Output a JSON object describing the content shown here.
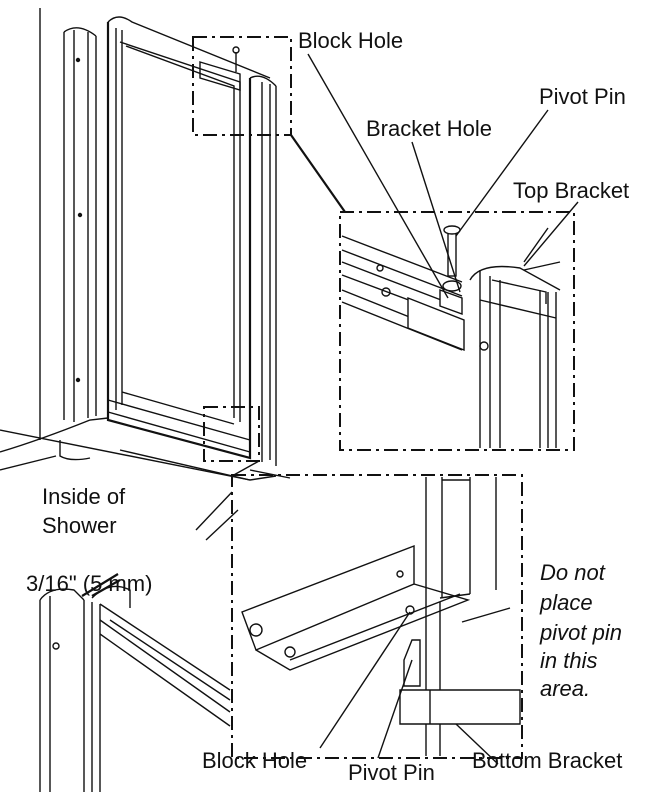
{
  "labels": {
    "block_hole_top": "Block Hole",
    "bracket_hole": "Bracket Hole",
    "pivot_pin_top": "Pivot Pin",
    "top_bracket": "Top Bracket",
    "inside_line1": "Inside of",
    "inside_line2": "Shower",
    "gap": "3/16\" (5 mm)",
    "note_lines": [
      "Do not",
      "place",
      "pivot pin",
      "in this",
      "area."
    ],
    "block_hole_bottom": "Block Hole",
    "pivot_pin_bottom": "Pivot Pin",
    "bottom_bracket": "Bottom Bracket"
  }
}
